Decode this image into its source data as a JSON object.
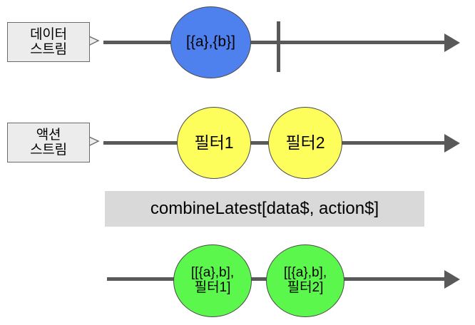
{
  "diagram": {
    "title": "combineLatest marble diagram",
    "colors": {
      "data_marble": "#4f81ee",
      "action_marble": "#fdfd5c",
      "result_marble": "#5cf74c",
      "line": "#595959",
      "operator_bar": "#d9d9d9",
      "callout_fill": "#ececec",
      "callout_border": "#6b6b6b"
    }
  },
  "streams": {
    "data": {
      "label_line1": "데이터",
      "label_line2": "스트림",
      "marbles": [
        {
          "text": "[{a},{b}]"
        }
      ],
      "has_completion_tick": true
    },
    "action": {
      "label_line1": "액션",
      "label_line2": "스트림",
      "marbles": [
        {
          "text": "필터1"
        },
        {
          "text": "필터2"
        }
      ],
      "has_completion_tick": false
    },
    "result": {
      "marbles": [
        {
          "line1": "[[{a},b],",
          "line2": "필터1]"
        },
        {
          "line1": "[[{a},b],",
          "line2": "필터2]"
        }
      ],
      "has_completion_tick": false
    }
  },
  "operator": {
    "label": "combineLatest[data$, action$]"
  }
}
